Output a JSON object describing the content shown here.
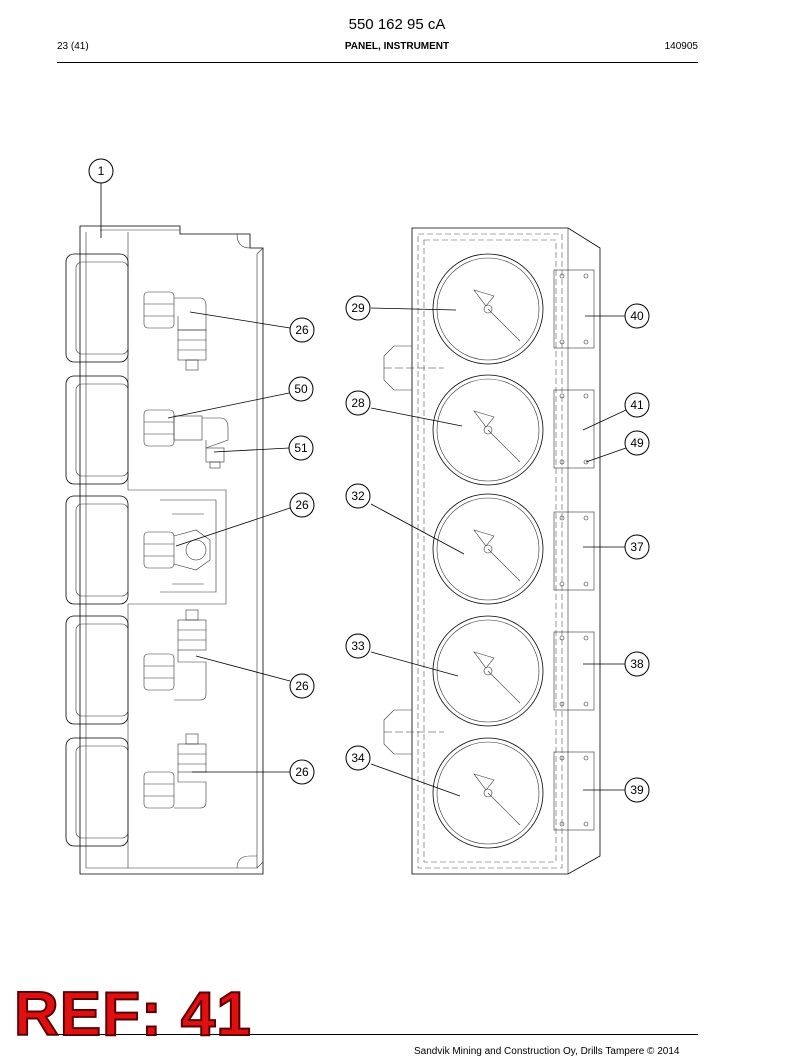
{
  "header": {
    "document_number": "550 162 95 cA",
    "page": "23 (41)",
    "title": "PANEL, INSTRUMENT",
    "date_code": "140905"
  },
  "left_view": {
    "callouts": [
      "1",
      "26",
      "50",
      "51",
      "26",
      "26",
      "26"
    ]
  },
  "right_view": {
    "gauge_callouts": [
      "29",
      "28",
      "32",
      "33",
      "34"
    ],
    "bracket_callouts": [
      "40",
      "41",
      "49",
      "37",
      "38",
      "39"
    ]
  },
  "stamp": {
    "text": "REF: 41",
    "color": "#e01010"
  },
  "footer": {
    "copyright": "Sandvik Mining and Construction Oy, Drills Tampere © 2014"
  }
}
